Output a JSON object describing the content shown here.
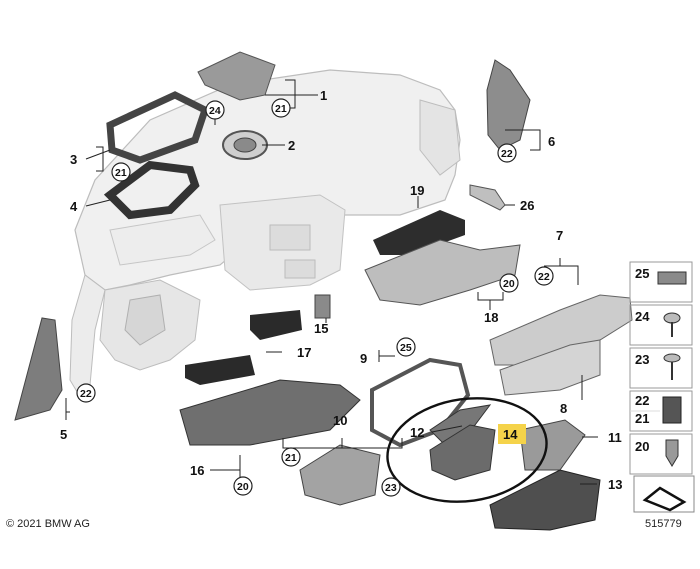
{
  "diagram": {
    "copyright": "© 2021 BMW AG",
    "diagram_number": "515779",
    "callouts": {
      "p1": "1",
      "p2": "2",
      "p3": "3",
      "p4": "4",
      "p5": "5",
      "p6": "6",
      "p7": "7",
      "p8": "8",
      "p9": "9",
      "p10": "10",
      "p11": "11",
      "p12": "12",
      "p13": "13",
      "p14": "14",
      "p15": "15",
      "p16": "16",
      "p17": "17",
      "p18": "18",
      "p19": "19",
      "p20": "20",
      "p21": "21",
      "p22": "22",
      "p23": "23",
      "p24": "24",
      "p25": "25",
      "p26": "26"
    },
    "circled": {
      "c21_top": "21",
      "c24_top": "24",
      "c21_left": "21",
      "c22_right": "22",
      "c22_mid": "22",
      "c20_mid": "20",
      "c25_mid": "25",
      "c22_left": "22",
      "c20_bot": "20",
      "c21_bot": "21",
      "c23_bot": "23"
    },
    "side_panel": [
      "25",
      "24",
      "23",
      "22",
      "21",
      "20"
    ]
  }
}
